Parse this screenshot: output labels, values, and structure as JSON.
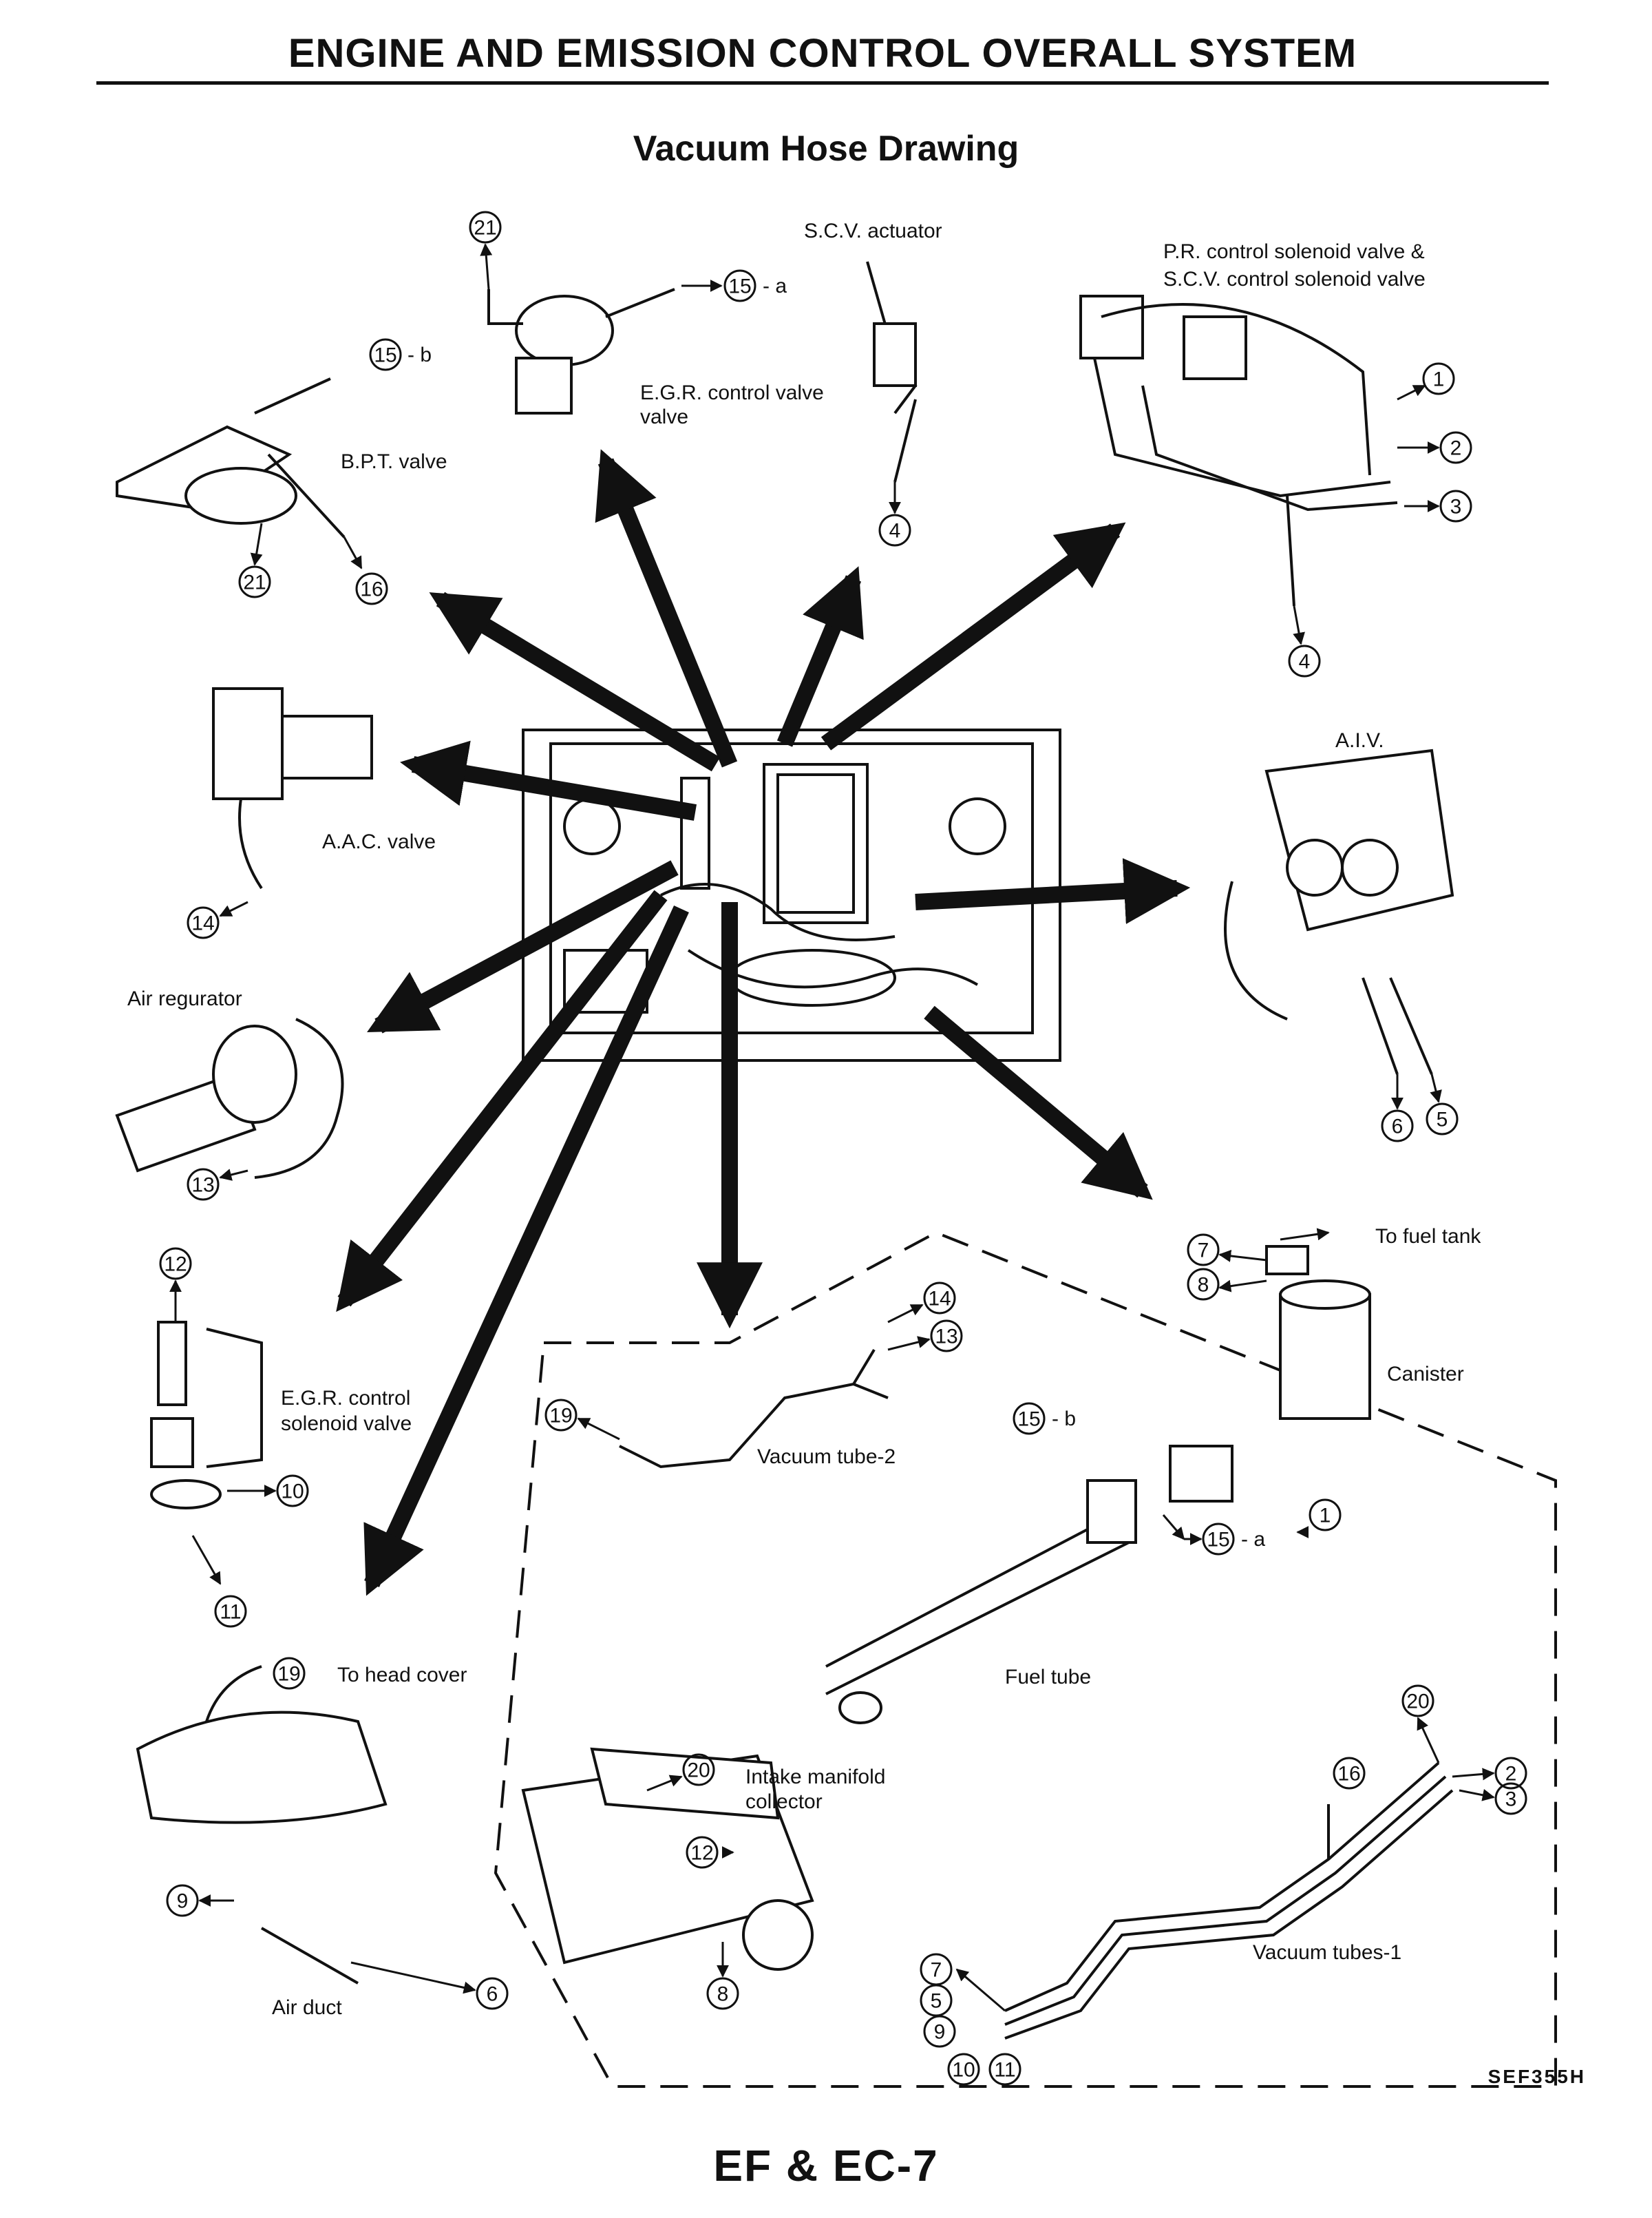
{
  "header": {
    "title": "ENGINE AND EMISSION CONTROL OVERALL SYSTEM",
    "subtitle": "Vacuum Hose Drawing"
  },
  "footer": {
    "page": "EF & EC-7",
    "figure_code": "SEF355H"
  },
  "components": {
    "egr_valve": "E.G.R. control valve",
    "scv_actuator": "S.C.V. actuator",
    "pr_solenoid_1": "P.R. control solenoid valve &",
    "pr_solenoid_2": "S.C.V. control solenoid valve",
    "bpt_valve": "B.P.T. valve",
    "aac_valve": "A.A.C. valve",
    "aiv": "A.I.V.",
    "air_regulator": "Air regurator",
    "egr_solenoid_1": "E.G.R. control",
    "egr_solenoid_2": "solenoid valve",
    "to_fuel_tank": "To fuel tank",
    "canister": "Canister",
    "vacuum_tube_2": "Vacuum tube-2",
    "fuel_tube": "Fuel tube",
    "to_head_cover": "To head cover",
    "intake_1": "Intake manifold",
    "intake_2": "collector",
    "vacuum_tubes_1": "Vacuum tubes-1",
    "air_duct": "Air duct"
  },
  "hose_numbers": {
    "n1": "1",
    "n2": "2",
    "n3": "3",
    "n4": "4",
    "n5": "5",
    "n6": "6",
    "n7": "7",
    "n8": "8",
    "n9": "9",
    "n10": "10",
    "n11": "11",
    "n12": "12",
    "n13": "13",
    "n14": "14",
    "n15": "15",
    "n16": "16",
    "n19": "19",
    "n20": "20",
    "n21": "21",
    "suffix_a": "- a",
    "suffix_b": "- b"
  }
}
